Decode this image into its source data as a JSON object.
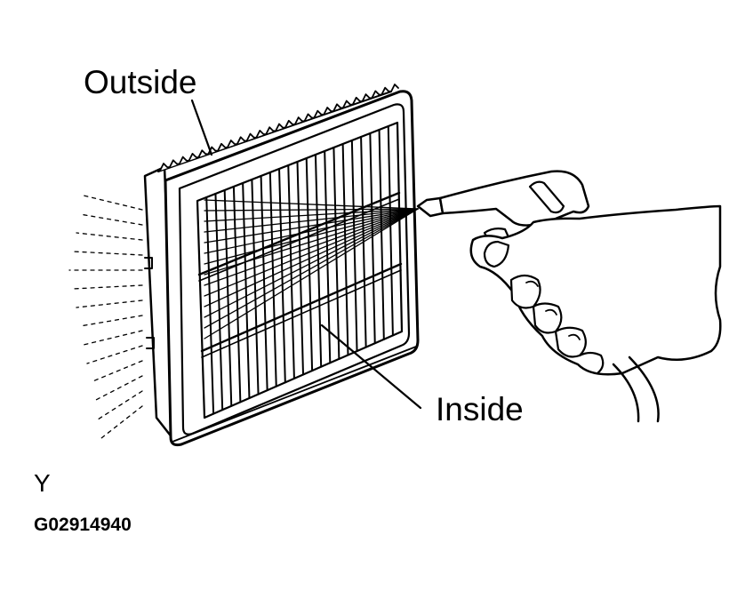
{
  "labels": {
    "outside": "Outside",
    "inside": "Inside",
    "view": "Y",
    "figure_code": "G02914940"
  },
  "colors": {
    "ink": "#000000",
    "paper": "#ffffff"
  },
  "icons": [
    "air-filter-element",
    "air-gun",
    "hand",
    "air-hose",
    "air-spray-lines"
  ]
}
